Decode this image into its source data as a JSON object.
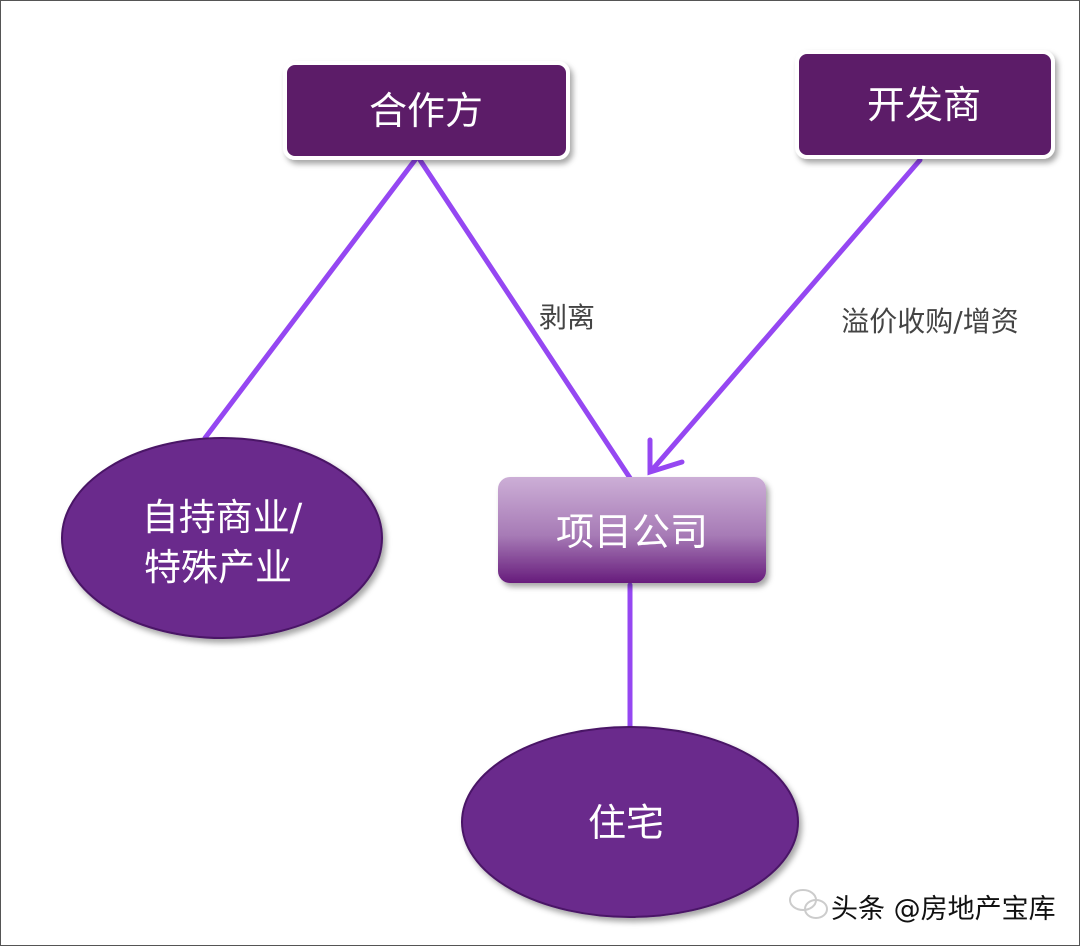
{
  "nodes": {
    "partner": "合作方",
    "developer": "开发商",
    "project_company": "项目公司",
    "commercial_line1": "自持商业/",
    "commercial_line2": "特殊产业",
    "residential": "住宅"
  },
  "edges": {
    "strip_label": "剥离",
    "acquire_label": "溢价收购/增资"
  },
  "watermark": {
    "text": "头条 @房地产宝库"
  },
  "colors": {
    "dark_box": "#5b1e68",
    "ellipse": "#6b2a8c",
    "line": "#9547f2",
    "project_top": "#c9a8d3",
    "project_bottom": "#6a1f7e"
  }
}
